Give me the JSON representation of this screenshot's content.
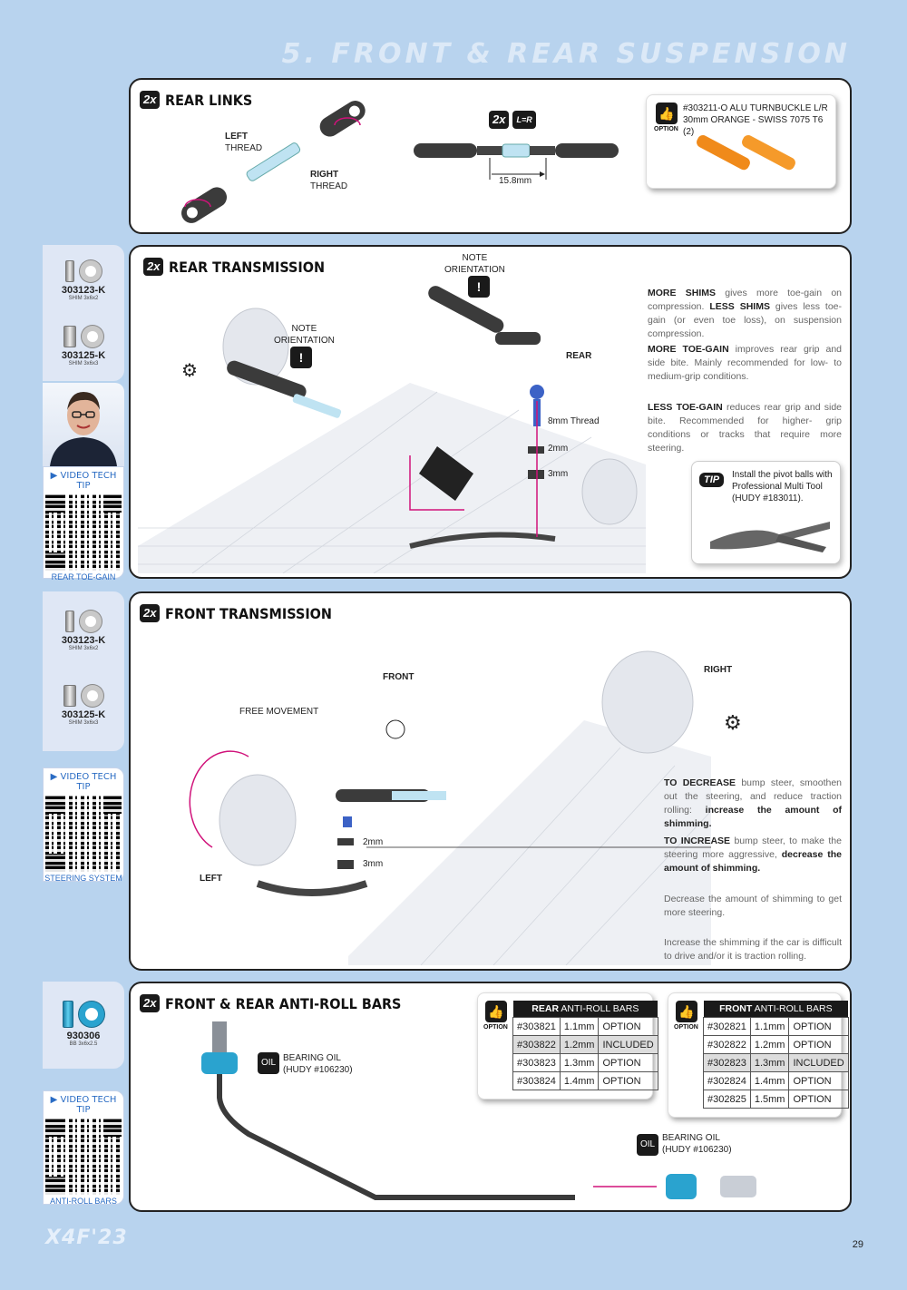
{
  "page": {
    "title": "5. FRONT & REAR SUSPENSION",
    "number": "29",
    "footer_logo": "X4F'23"
  },
  "rear_links": {
    "badge": "2x",
    "title": "REAR LINKS",
    "left_thread_1": "LEFT",
    "left_thread_2": "THREAD",
    "right_thread_1": "RIGHT",
    "right_thread_2": "THREAD",
    "badge_lr": "L=R",
    "dimension": "15.8mm",
    "option_word": "OPTION",
    "option_text": "#303211-O ALU TURNBUCKLE L/R 30mm ORANGE - SWISS 7075 T6 (2)"
  },
  "rear_transmission": {
    "badge": "2x",
    "title": "REAR TRANSMISSION",
    "note1_1": "NOTE",
    "note1_2": "ORIENTATION",
    "note2_1": "NOTE",
    "note2_2": "ORIENTATION",
    "rear_label": "REAR",
    "thread_label": "8mm Thread",
    "shim1": "2mm",
    "shim2": "3mm",
    "more_shims_b": "MORE SHIMS",
    "more_shims_t": " gives more toe-gain on compression.",
    "less_shims_b": "LESS SHIMS",
    "less_shims_t": " gives less toe-gain (or even toe loss), on suspension compression.",
    "more_toe_b": "MORE TOE-GAIN",
    "more_toe_t": " improves rear grip and side bite. Mainly recommended for low- to medium-grip conditions.",
    "less_toe_b": "LESS TOE-GAIN",
    "less_toe_t": " reduces rear grip and side bite. Recommended for higher- grip conditions or tracks that require more steering.",
    "tip_badge": "TIP",
    "tip_text": "Install the pivot balls with Professional Multi Tool (HUDY #183011)."
  },
  "front_transmission": {
    "badge": "2x",
    "title": "FRONT TRANSMISSION",
    "front_label": "FRONT",
    "right_label": "RIGHT",
    "left_label": "LEFT",
    "free_movement": "FREE MOVEMENT",
    "shim1": "2mm",
    "shim2": "3mm",
    "decrease_b": "TO DECREASE",
    "decrease_t": " bump steer, smoothen out the steering, and reduce traction rolling: ",
    "decrease_b2": "increase the amount of shimming.",
    "increase_b": "TO INCREASE",
    "increase_t": " bump steer, to make the steering more aggressive, ",
    "increase_b2": "decrease the amount of shimming.",
    "note3": "Decrease the amount of shimming to get more steering.",
    "note4": "Increase the shimming if the car is difficult to drive and/or it is traction rolling."
  },
  "anti_roll": {
    "badge": "2x",
    "title": "FRONT & REAR ANTI-ROLL BARS",
    "oil1_1": "BEARING OIL",
    "oil1_2": "(HUDY #106230)",
    "oil2_1": "BEARING OIL",
    "oil2_2": "(HUDY #106230)",
    "oil_word": "OIL",
    "option_word": "OPTION",
    "rear_table": {
      "head_b": "REAR",
      "head_t": " ANTI-ROLL BARS",
      "rows": [
        [
          "#303821",
          "1.1mm",
          "OPTION"
        ],
        [
          "#303822",
          "1.2mm",
          "INCLUDED"
        ],
        [
          "#303823",
          "1.3mm",
          "OPTION"
        ],
        [
          "#303824",
          "1.4mm",
          "OPTION"
        ]
      ]
    },
    "front_table": {
      "head_b": "FRONT",
      "head_t": " ANTI-ROLL BARS",
      "rows": [
        [
          "#302821",
          "1.1mm",
          "OPTION"
        ],
        [
          "#302822",
          "1.2mm",
          "OPTION"
        ],
        [
          "#302823",
          "1.3mm",
          "INCLUDED"
        ],
        [
          "#302824",
          "1.4mm",
          "OPTION"
        ],
        [
          "#302825",
          "1.5mm",
          "OPTION"
        ]
      ]
    }
  },
  "sidebar": {
    "parts_rear": [
      {
        "num": "303123-K",
        "desc": "SHIM 3x6x2"
      },
      {
        "num": "303125-K",
        "desc": "SHIM 3x6x3"
      }
    ],
    "parts_front": [
      {
        "num": "303123-K",
        "desc": "SHIM 3x6x2"
      },
      {
        "num": "303125-K",
        "desc": "SHIM 3x6x3"
      }
    ],
    "part_arb": {
      "num": "930306",
      "desc": "BB 3x6x2.5"
    },
    "video1": {
      "label": "VIDEO TECH TIP",
      "caption": "REAR TOE-GAIN"
    },
    "video2": {
      "label": "VIDEO TECH TIP",
      "caption": "STEERING SYSTEM"
    },
    "video3": {
      "label": "VIDEO TECH TIP",
      "caption": "ANTI-ROLL BARS"
    }
  },
  "colors": {
    "accent": "#d0127a",
    "background": "#b8d3ee",
    "panel_border": "#222222",
    "link_blue": "#2a6cc4"
  }
}
